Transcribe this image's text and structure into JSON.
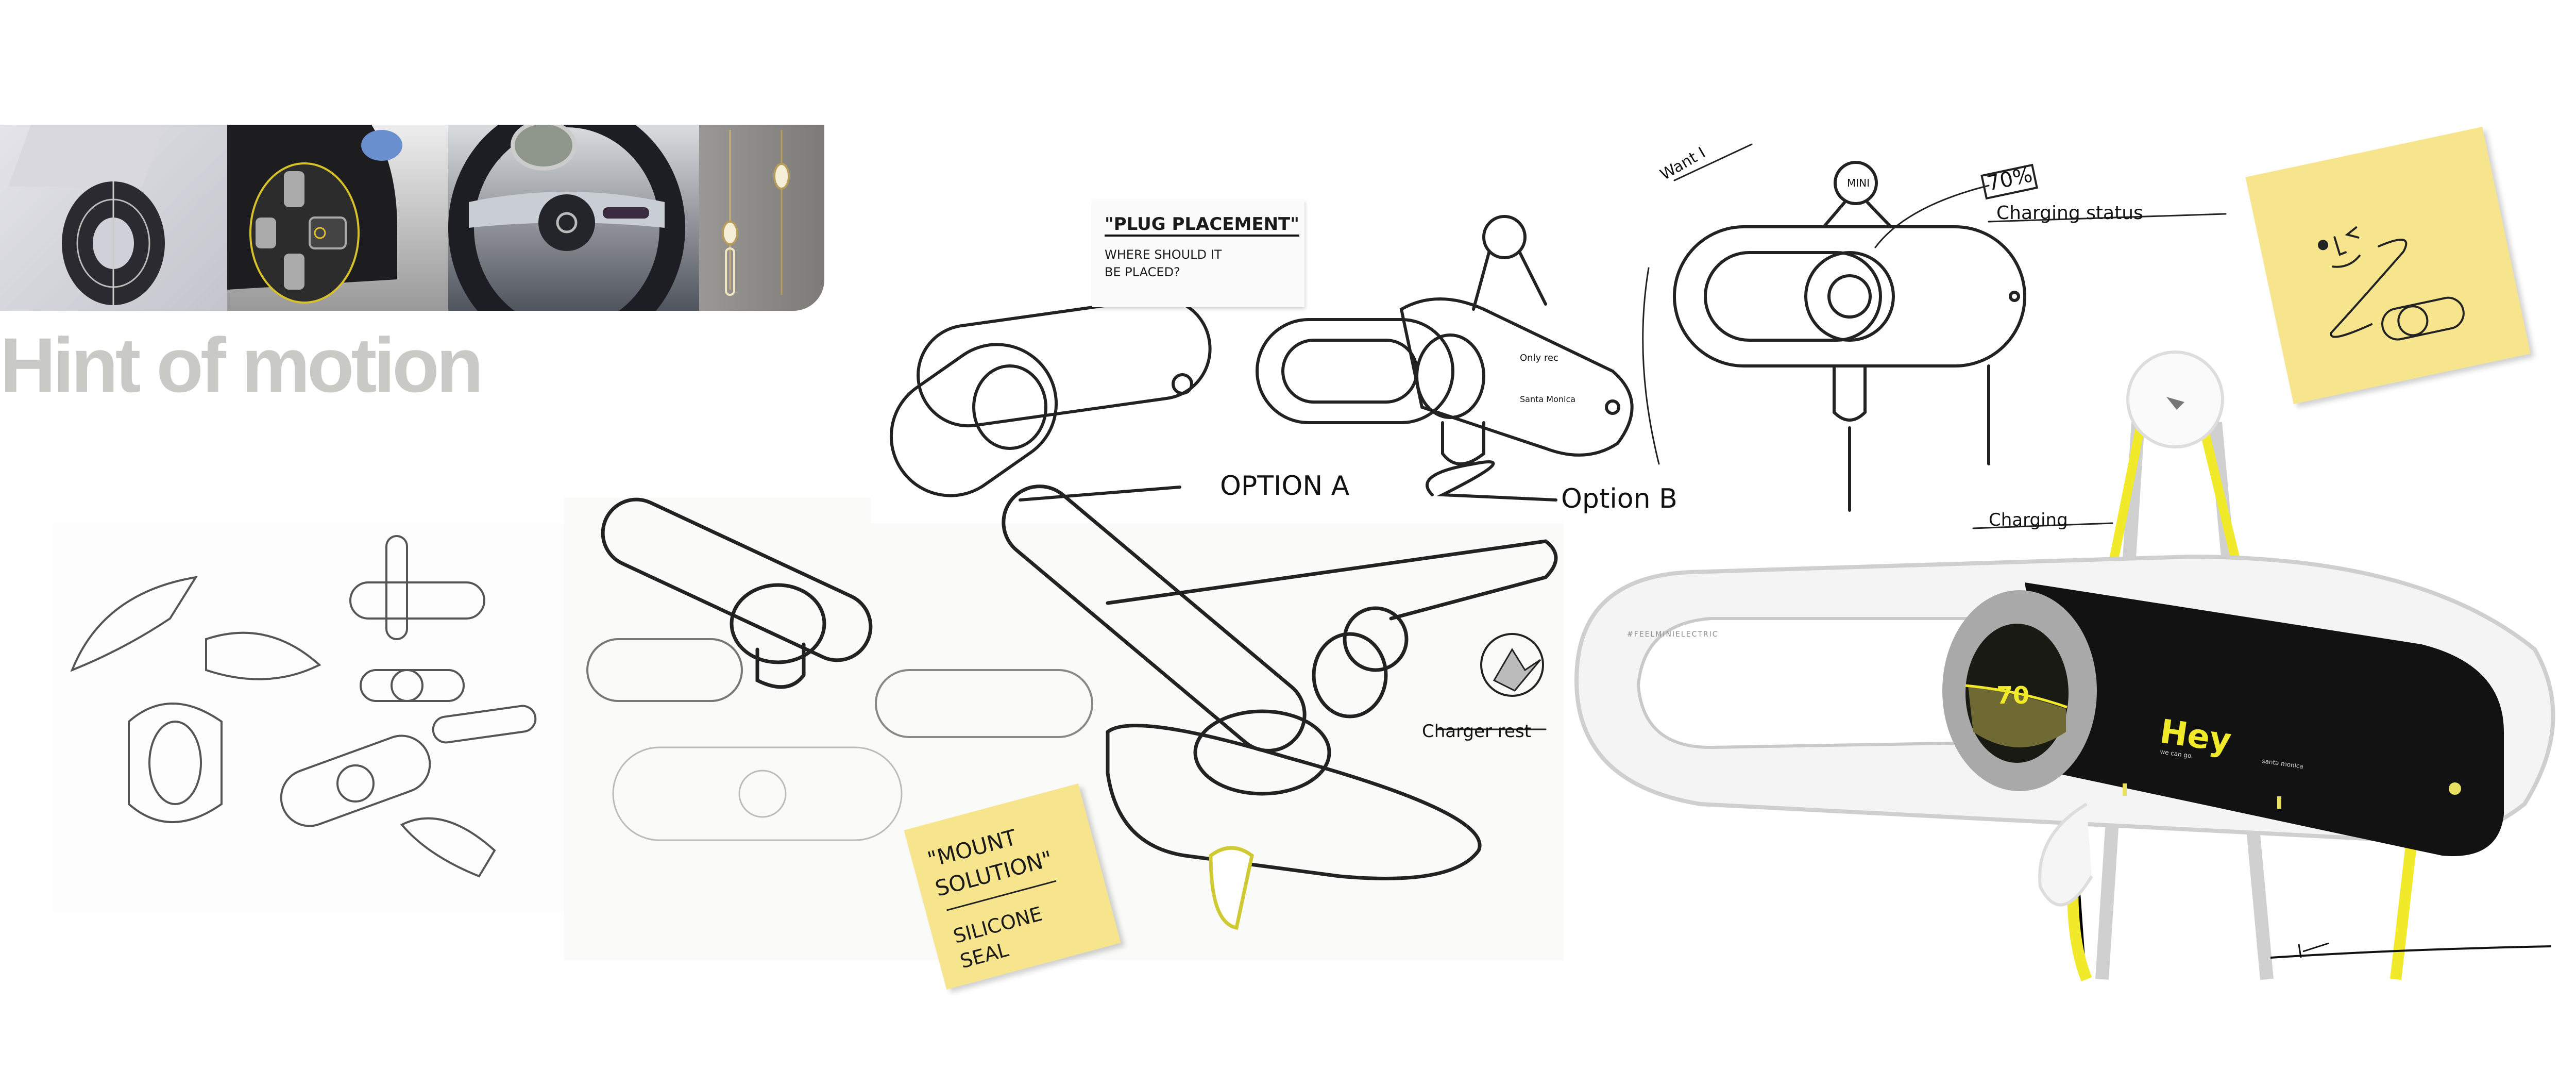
{
  "moodboard": {
    "title": "Hint of motion",
    "images": [
      {
        "name": "speaker-grille",
        "accent": "#c9c9d2"
      },
      {
        "name": "mini-electric-wheel",
        "accent": "#e2c22a"
      },
      {
        "name": "mini-steering-wheel",
        "accent": "#2b2e36"
      },
      {
        "name": "wall-lamps",
        "accent": "#8c8a86"
      }
    ]
  },
  "sketch_top": {
    "note_title": "\"Plug placement\"",
    "note_body": "Where should it be placed?",
    "option_a": "Option A",
    "option_b": "Option B",
    "device_label_1": "Only rec",
    "device_label_2": "Santa Monica",
    "want_label": "Want I",
    "mini_badge": "MINI",
    "percent": "70%",
    "charging_status": "Charging status",
    "charging": "Charging"
  },
  "sketch_center": {
    "charger_rest": "Charger rest"
  },
  "sticky_mount": {
    "title": "\"Mount solution\"",
    "body": "Silicone seal"
  },
  "render": {
    "hashtag": "#FEELMINIELECTRIC",
    "charge_value": "70",
    "greeting": "Hey",
    "subtext": "we can go.",
    "location": "santa monica",
    "accent_color": "#f0ea2a",
    "panel_color": "#121212"
  }
}
